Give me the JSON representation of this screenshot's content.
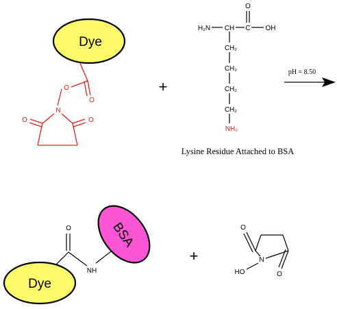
{
  "reactants": {
    "dye_label": "Dye",
    "plus": "+",
    "lysine": {
      "h2n": "H₂N",
      "ch": "CH",
      "c": "C",
      "oh": "OH",
      "o_top": "O",
      "ch2": "CH₂",
      "nh2": "NH₂",
      "caption": "Lysine Residue Attached to BSA"
    },
    "nhs_ester": {
      "o_ester": "O",
      "o_carbonyl": "O",
      "n": "N",
      "o_left": "O",
      "o_right": "O"
    }
  },
  "arrow": {
    "condition": "pH = 8.50"
  },
  "products": {
    "dye_label": "Dye",
    "bsa_label": "BSA",
    "amide_o": "O",
    "amide_nh": "NH",
    "plus": "+",
    "nhs": {
      "o_top": "O",
      "n": "N",
      "ho": "HO",
      "o_bottom": "O"
    }
  },
  "colors": {
    "dye_fill": "#fdfa6a",
    "bsa_fill": "#fc56d6",
    "nhs_red": "#e0201b"
  }
}
